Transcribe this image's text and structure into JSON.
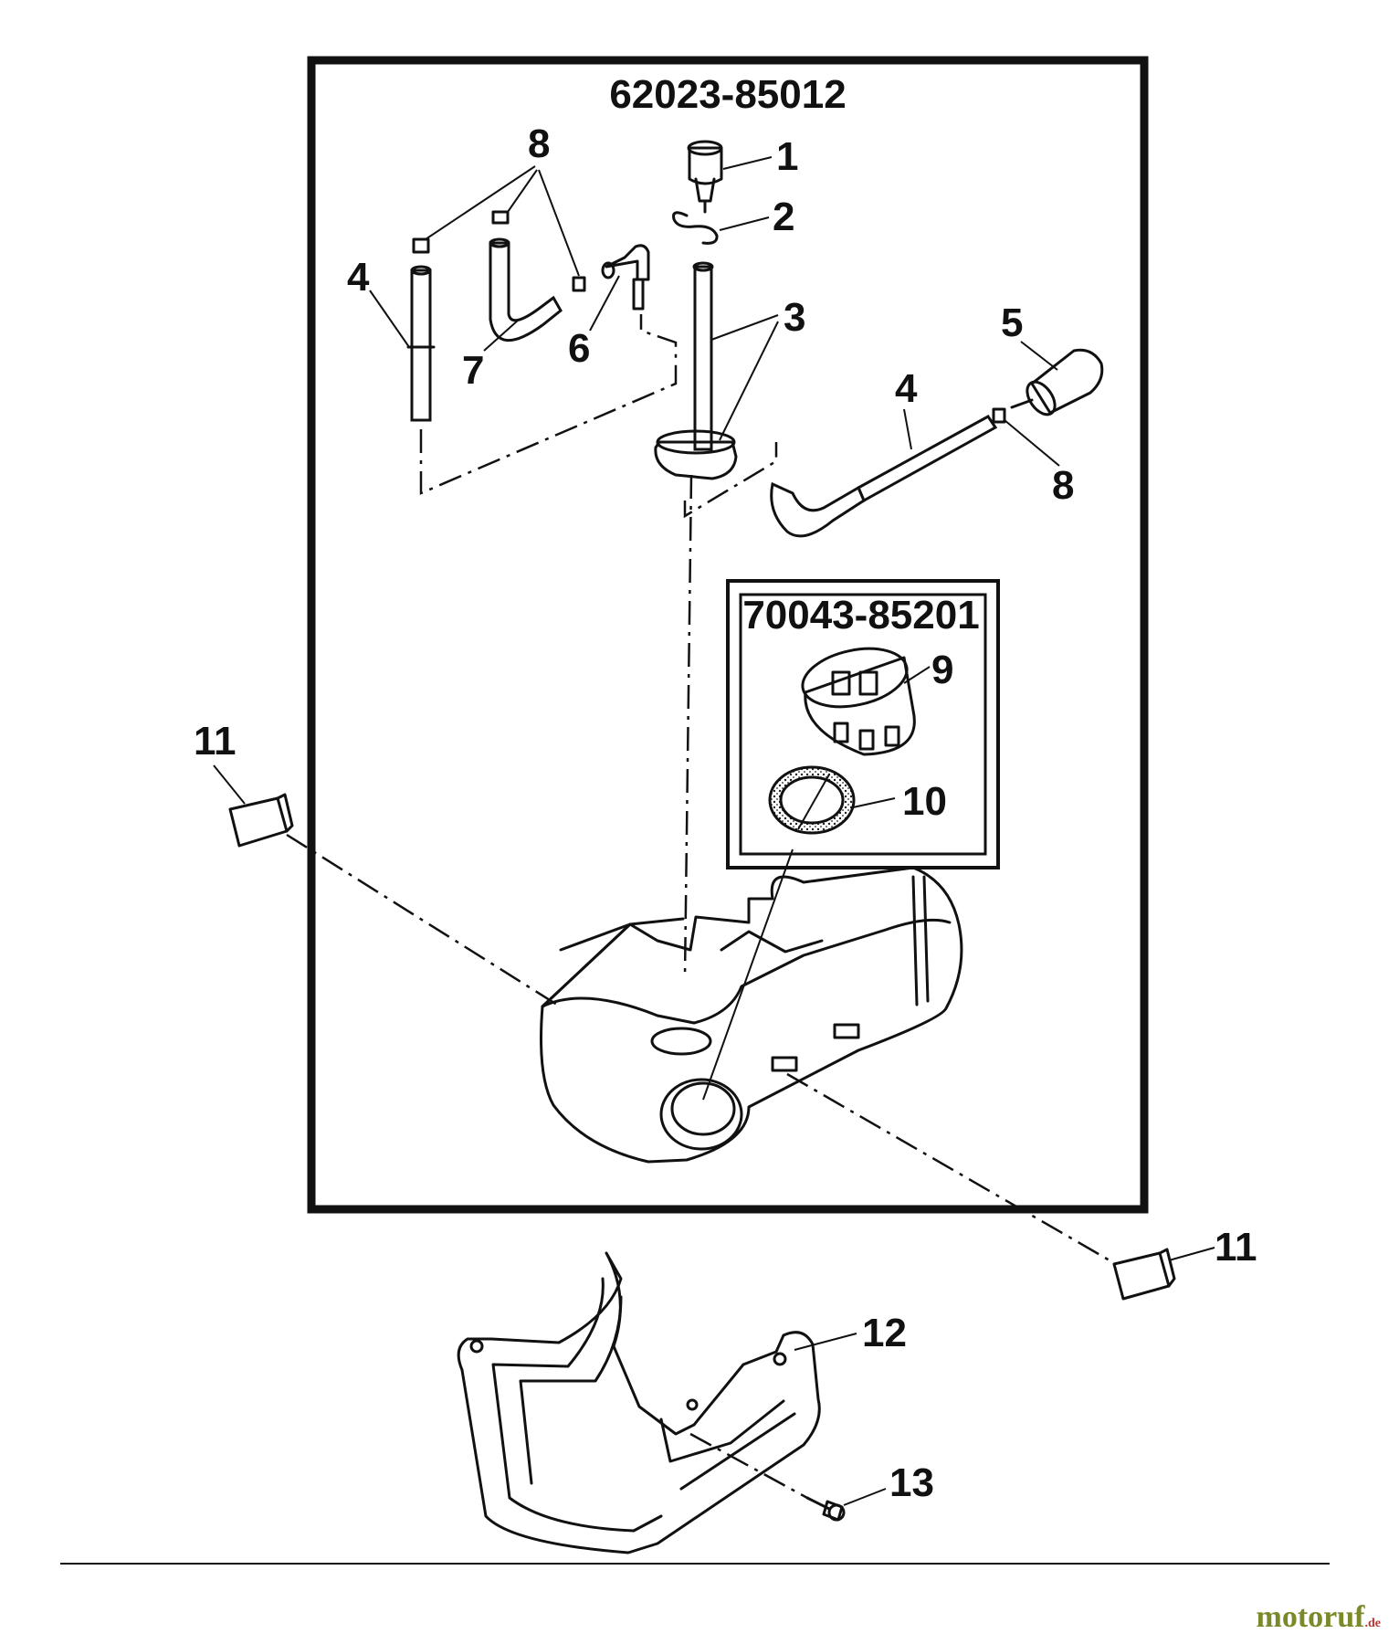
{
  "main_kit_part_number": "62023-85012",
  "cap_kit_part_number": "70043-85201",
  "callouts": {
    "c1": "1",
    "c2": "2",
    "c3": "3",
    "c4a": "4",
    "c4b": "4",
    "c5": "5",
    "c6": "6",
    "c7": "7",
    "c8a": "8",
    "c8b": "8",
    "c9": "9",
    "c10": "10",
    "c11a": "11",
    "c11b": "11",
    "c12": "12",
    "c13": "13"
  },
  "watermark": {
    "text": "motoruf",
    "suffix": ".de"
  }
}
